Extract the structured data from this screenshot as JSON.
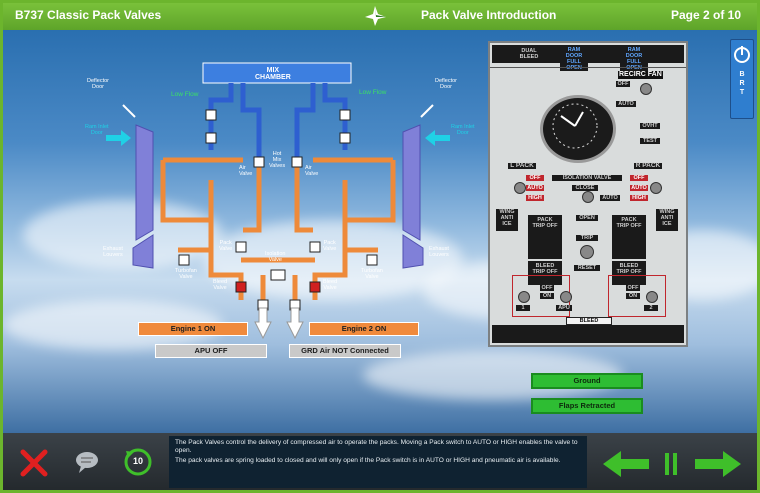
{
  "header": {
    "course_title": "B737 Classic Pack Valves",
    "screen_title": "Pack Valve Introduction",
    "page_indicator": "Page 2 of 10"
  },
  "diagram": {
    "mix_chamber": "MIX\nCHAMBER",
    "low_flow_left": "Low Flow",
    "low_flow_right": "Low Flow",
    "deflector_left": "Deflector\nDoor",
    "deflector_right": "Deflector\nDoor",
    "ram_inlet_left": "Ram Inlet\nDoor",
    "ram_inlet_right": "Ram Inlet\nDoor",
    "air_valve_left": "Air\nValve",
    "hot_mix_valves": "Hot\nMix\nValves",
    "air_valve_right": "Air\nValve",
    "exhaust_left": "Exhaust\nLouvers",
    "exhaust_right": "Exhaust\nLouvers",
    "turbofan_left": "Turbofan\nValve",
    "turbofan_right": "Turbofan\nValve",
    "isolation_valve": "Isolation\nValve",
    "bleed_left": "Bleed\nValve",
    "bleed_right": "Bleed\nValve",
    "pack_left": "Pack\nValve",
    "pack_right": "Pack\nValve",
    "engine1": "Engine 1 ON",
    "engine2": "Engine 2 ON",
    "apu": "APU OFF",
    "grd": "GRD Air NOT Connected"
  },
  "panel": {
    "top_left": "DUAL\nBLEED",
    "top_mid": "RAM DOOR\nFULL OPEN",
    "top_right": "RAM DOOR\nFULL OPEN",
    "recirc_fan": "RECIRC FAN",
    "off": "OFF",
    "auto": "AUTO",
    "ovht": "OVHT",
    "test": "TEST",
    "l_pack": "L PACK",
    "r_pack": "R PACK",
    "isolation_valve": "ISOLATION VALVE",
    "close": "CLOSE",
    "high": "HIGH",
    "wing_anti_ice": "WING\nANTI\nICE",
    "pack_trip_off": "PACK\nTRIP OFF",
    "open": "OPEN",
    "trip": "TRIP",
    "reset": "RESET",
    "sw1": "1",
    "sw2": "2",
    "apu_label": "APU",
    "on": "ON",
    "bleed": "BLEED",
    "bleed_trip_off": "BLEED\nTRIP OFF"
  },
  "status_buttons": {
    "ground": "Ground",
    "flaps": "Flaps Retracted"
  },
  "side_button": {
    "label": "B\nR\nT"
  },
  "bottom": {
    "counter": "10",
    "info_line1": "The Pack Valves control the delivery of compressed air to operate the packs.  Moving a Pack switch to AUTO or HIGH enables the valve to open.",
    "info_line2": "The pack valves are spring loaded to closed and will only open if the Pack switch is in AUTO or HIGH and pneumatic air is available."
  },
  "colors": {
    "brand_green": "#6cb52d",
    "bleed_orange": "#f08a3c",
    "mix_blue": "#2f6fd6"
  }
}
